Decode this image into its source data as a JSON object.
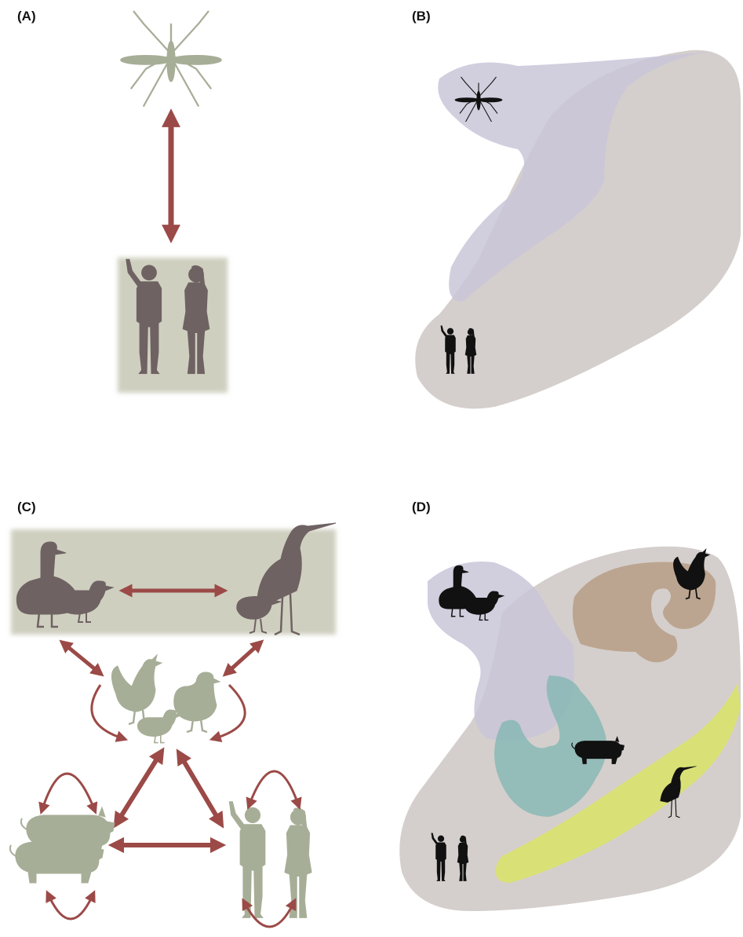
{
  "panels": {
    "a": {
      "label": "(A)"
    },
    "b": {
      "label": "(B)"
    },
    "c": {
      "label": "(C)"
    },
    "d": {
      "label": "(D)"
    }
  },
  "colors": {
    "arrow": "#9b4a47",
    "mosquito_light": "#a7ae97",
    "host_box": "#cfcfc0",
    "silhouette_dark": "#6f6263",
    "silhouette_light": "#a7ae97",
    "region_purple": "#c9c6d8",
    "region_gray": "#cfcac6",
    "region_brown": "#b79e85",
    "region_teal": "#7fb6b1",
    "region_lime": "#d9e26d",
    "black": "#111111"
  },
  "icons": [
    "mosquito-icon",
    "humans-icon",
    "ducks-icon",
    "heron-icon",
    "chickens-icon",
    "pigs-icon",
    "rooster-icon",
    "pig-icon"
  ]
}
